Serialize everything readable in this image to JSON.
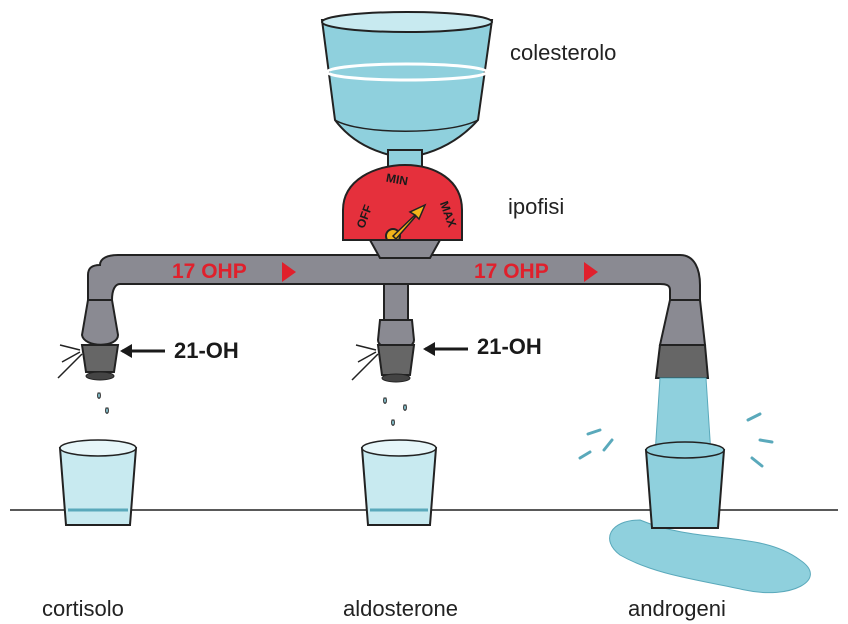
{
  "labels": {
    "source": "colesterolo",
    "regulator": "ipofisi",
    "outputs": [
      "cortisolo",
      "aldosterone",
      "androgeni"
    ]
  },
  "gauge": {
    "off": "OFF",
    "min": "MIN",
    "max": "MAX"
  },
  "flow": {
    "left": "17 OHP",
    "right": "17 OHP"
  },
  "enzyme": {
    "left": "21-OH",
    "middle": "21-OH"
  },
  "colors": {
    "water": "#8fd0dd",
    "pipe": "#8a8a92",
    "gauge": "#e5303c",
    "flow_text": "#e0202c",
    "arrow_handle": "#f2b51a"
  }
}
